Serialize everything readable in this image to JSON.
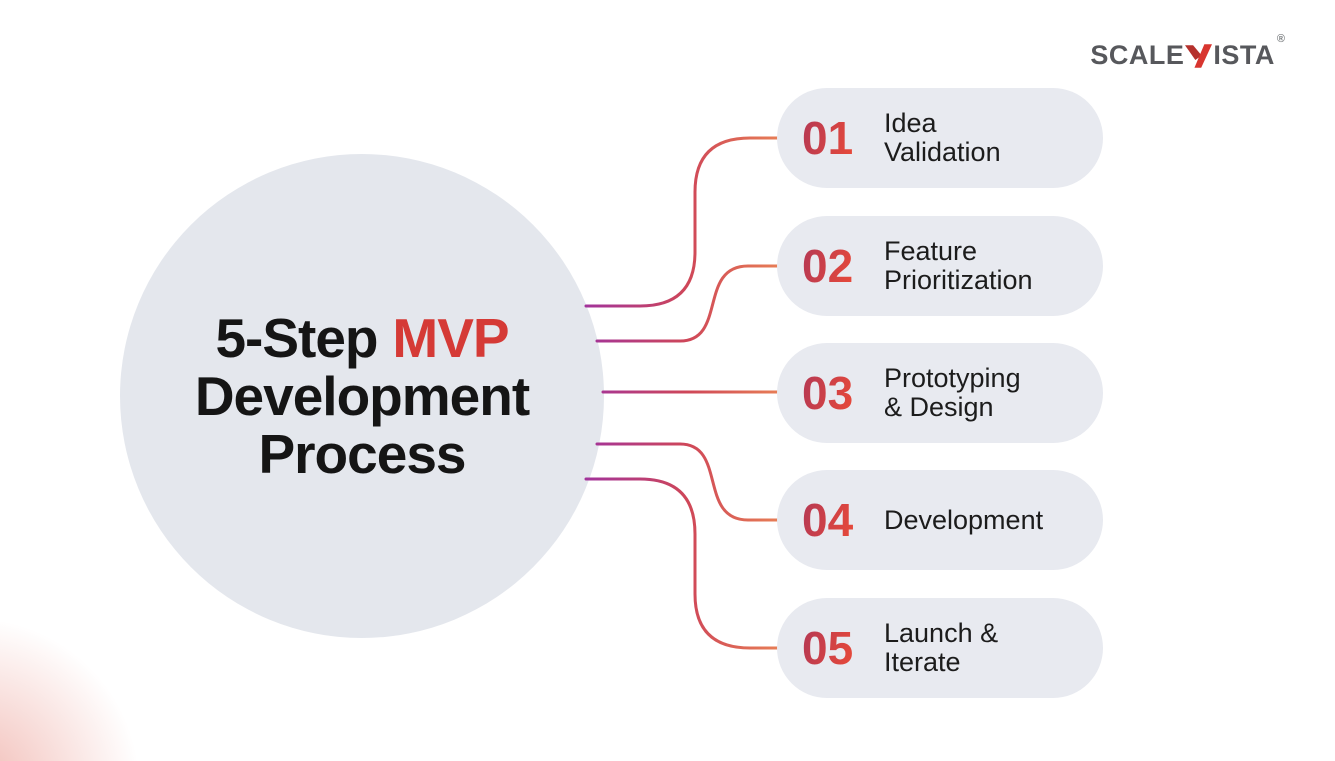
{
  "logo": {
    "part1": "SCALE",
    "part2": "ISTA",
    "registered": "®",
    "text_color": "#57585c",
    "mark_color": "#d8352f",
    "mark_dark_color": "#b5302c"
  },
  "hero_circle": {
    "title_word1": "5-Step",
    "title_highlight": "MVP",
    "title_line2": "Development",
    "title_line3": "Process",
    "bg_color": "#e4e7ed",
    "text_color": "#151515",
    "highlight_color": "#d53a36"
  },
  "steps": [
    {
      "number": "01",
      "line1": "Idea",
      "line2": "Validation"
    },
    {
      "number": "02",
      "line1": "Feature",
      "line2": "Prioritization"
    },
    {
      "number": "03",
      "line1": "Prototyping",
      "line2": "& Design"
    },
    {
      "number": "04",
      "line1": "Development",
      "line2": ""
    },
    {
      "number": "05",
      "line1": "Launch &",
      "line2": "Iterate"
    }
  ],
  "style": {
    "pill_bg": "#e8eaf0",
    "number_gradient": [
      "#b93a52",
      "#e6493a"
    ],
    "connector_gradient": [
      "#a2339a",
      "#cf4758",
      "#ea8455"
    ]
  }
}
